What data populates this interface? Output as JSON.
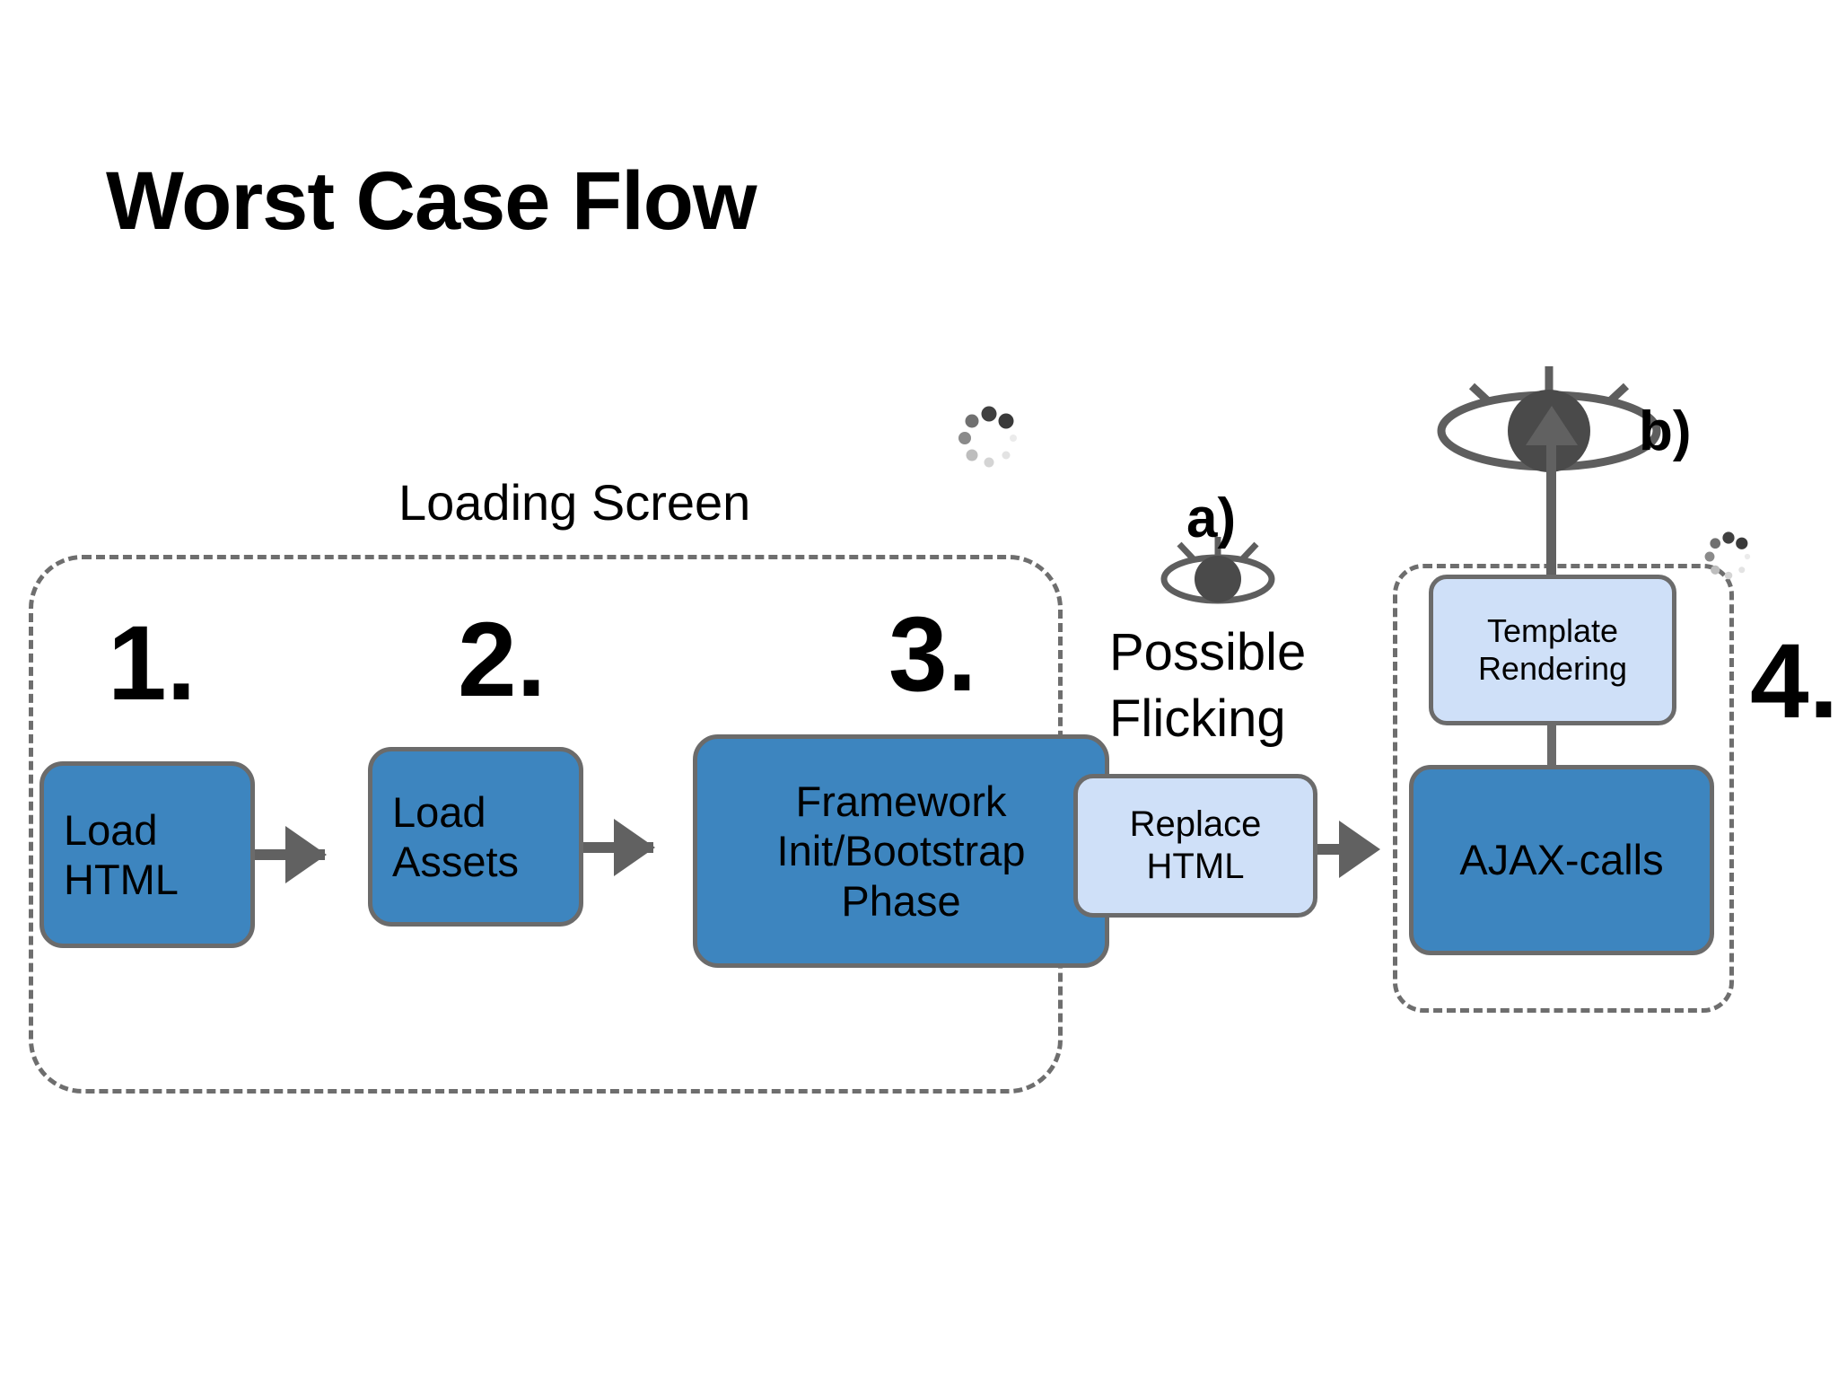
{
  "title": "Worst Case Flow",
  "groups": {
    "loading_screen_label": "Loading Screen"
  },
  "steps": [
    {
      "number": "1."
    },
    {
      "number": "2."
    },
    {
      "number": "3."
    },
    {
      "number": "4."
    }
  ],
  "boxes": {
    "load_html": {
      "line1": "Load",
      "line2": "HTML"
    },
    "load_assets": {
      "line1": "Load",
      "line2": "Assets"
    },
    "framework": {
      "line1": "Framework",
      "line2": "Init/Bootstrap",
      "line3": "Phase"
    },
    "replace_html": {
      "line1": "Replace",
      "line2": "HTML"
    },
    "template_rendering": {
      "line1": "Template",
      "line2": "Rendering"
    },
    "ajax_calls": {
      "line1": "AJAX-calls"
    }
  },
  "annotations": {
    "label_a": "a)",
    "label_b": "b)",
    "possible_flicking_line1": "Possible",
    "possible_flicking_line2": "Flicking"
  },
  "icons": {
    "eye_a": "eye-icon",
    "eye_b": "eye-icon",
    "spinner_1": "loading-spinner-icon",
    "spinner_2": "loading-spinner-icon"
  },
  "colors": {
    "box_dark_blue": "#3d85bf",
    "box_light_blue": "#cfe0f8",
    "box_border": "#6b6b6b",
    "arrow": "#616161",
    "dashed_border": "#6e6e6e",
    "text": "#000000",
    "background": "#ffffff"
  }
}
